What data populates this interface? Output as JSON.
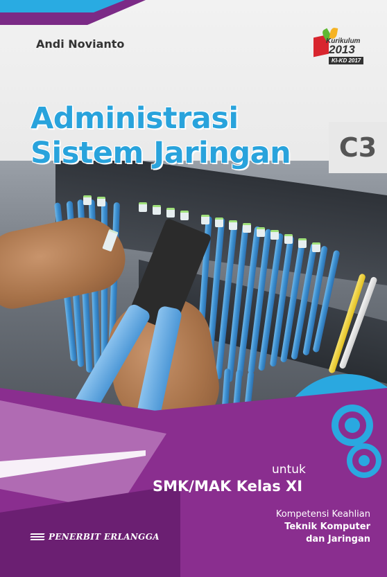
{
  "cover": {
    "author": "Andi Novianto",
    "curriculum_badge": {
      "label": "Kurikulum",
      "year": "2013",
      "subtitle": "KI-KD 2017"
    },
    "title_line1": "Administrasi",
    "title_line2": "Sistem Jaringan",
    "volume": "C3",
    "for_label": "untuk",
    "level": "SMK/MAK Kelas XI",
    "competency_label": "Kompetensi Keahlian",
    "competency_line1": "Teknik Komputer",
    "competency_line2": "dan Jaringan",
    "publisher": "PENERBIT ERLANGGA"
  },
  "colors": {
    "title": "#29a3dc",
    "purple": "#8a2e8f",
    "cyan": "#2aa8e0"
  },
  "icons": [
    "curriculum-logo-icon",
    "publisher-logo-icon"
  ]
}
